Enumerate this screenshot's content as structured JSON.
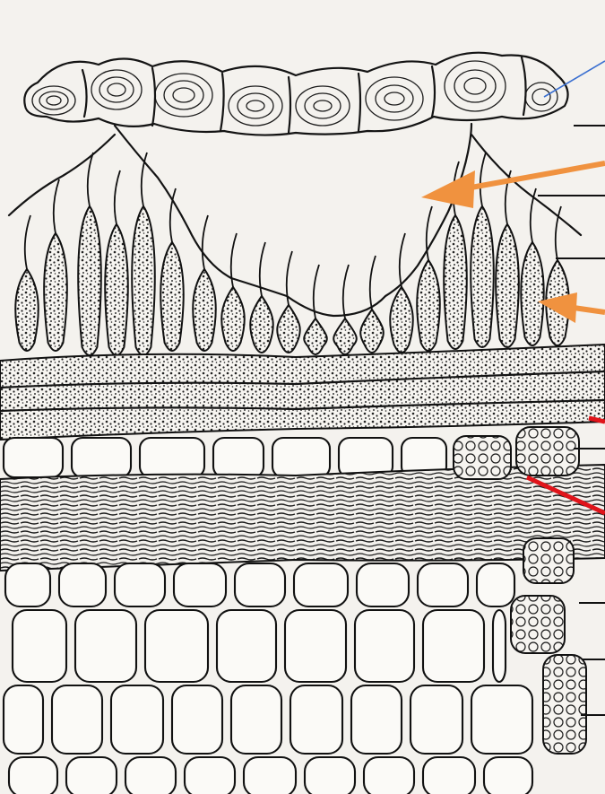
{
  "colors": {
    "paper": "#f4f2ee",
    "ink": "#141414",
    "orange_arrow": "#f0923f",
    "red_line": "#e0141a",
    "blue_line": "#3a6fd0"
  },
  "pointers": [
    {
      "name": "air-chamber-arrow",
      "color_key": "orange_arrow",
      "kind": "arrow"
    },
    {
      "name": "chlorenchyma-filament-arrow",
      "color_key": "orange_arrow",
      "kind": "arrow"
    },
    {
      "name": "red-pointer-upper",
      "color_key": "red_line",
      "kind": "line"
    },
    {
      "name": "red-pointer-lower",
      "color_key": "red_line",
      "kind": "line"
    },
    {
      "name": "blue-pointer",
      "color_key": "blue_line",
      "kind": "line"
    }
  ],
  "leader_ticks": 7
}
